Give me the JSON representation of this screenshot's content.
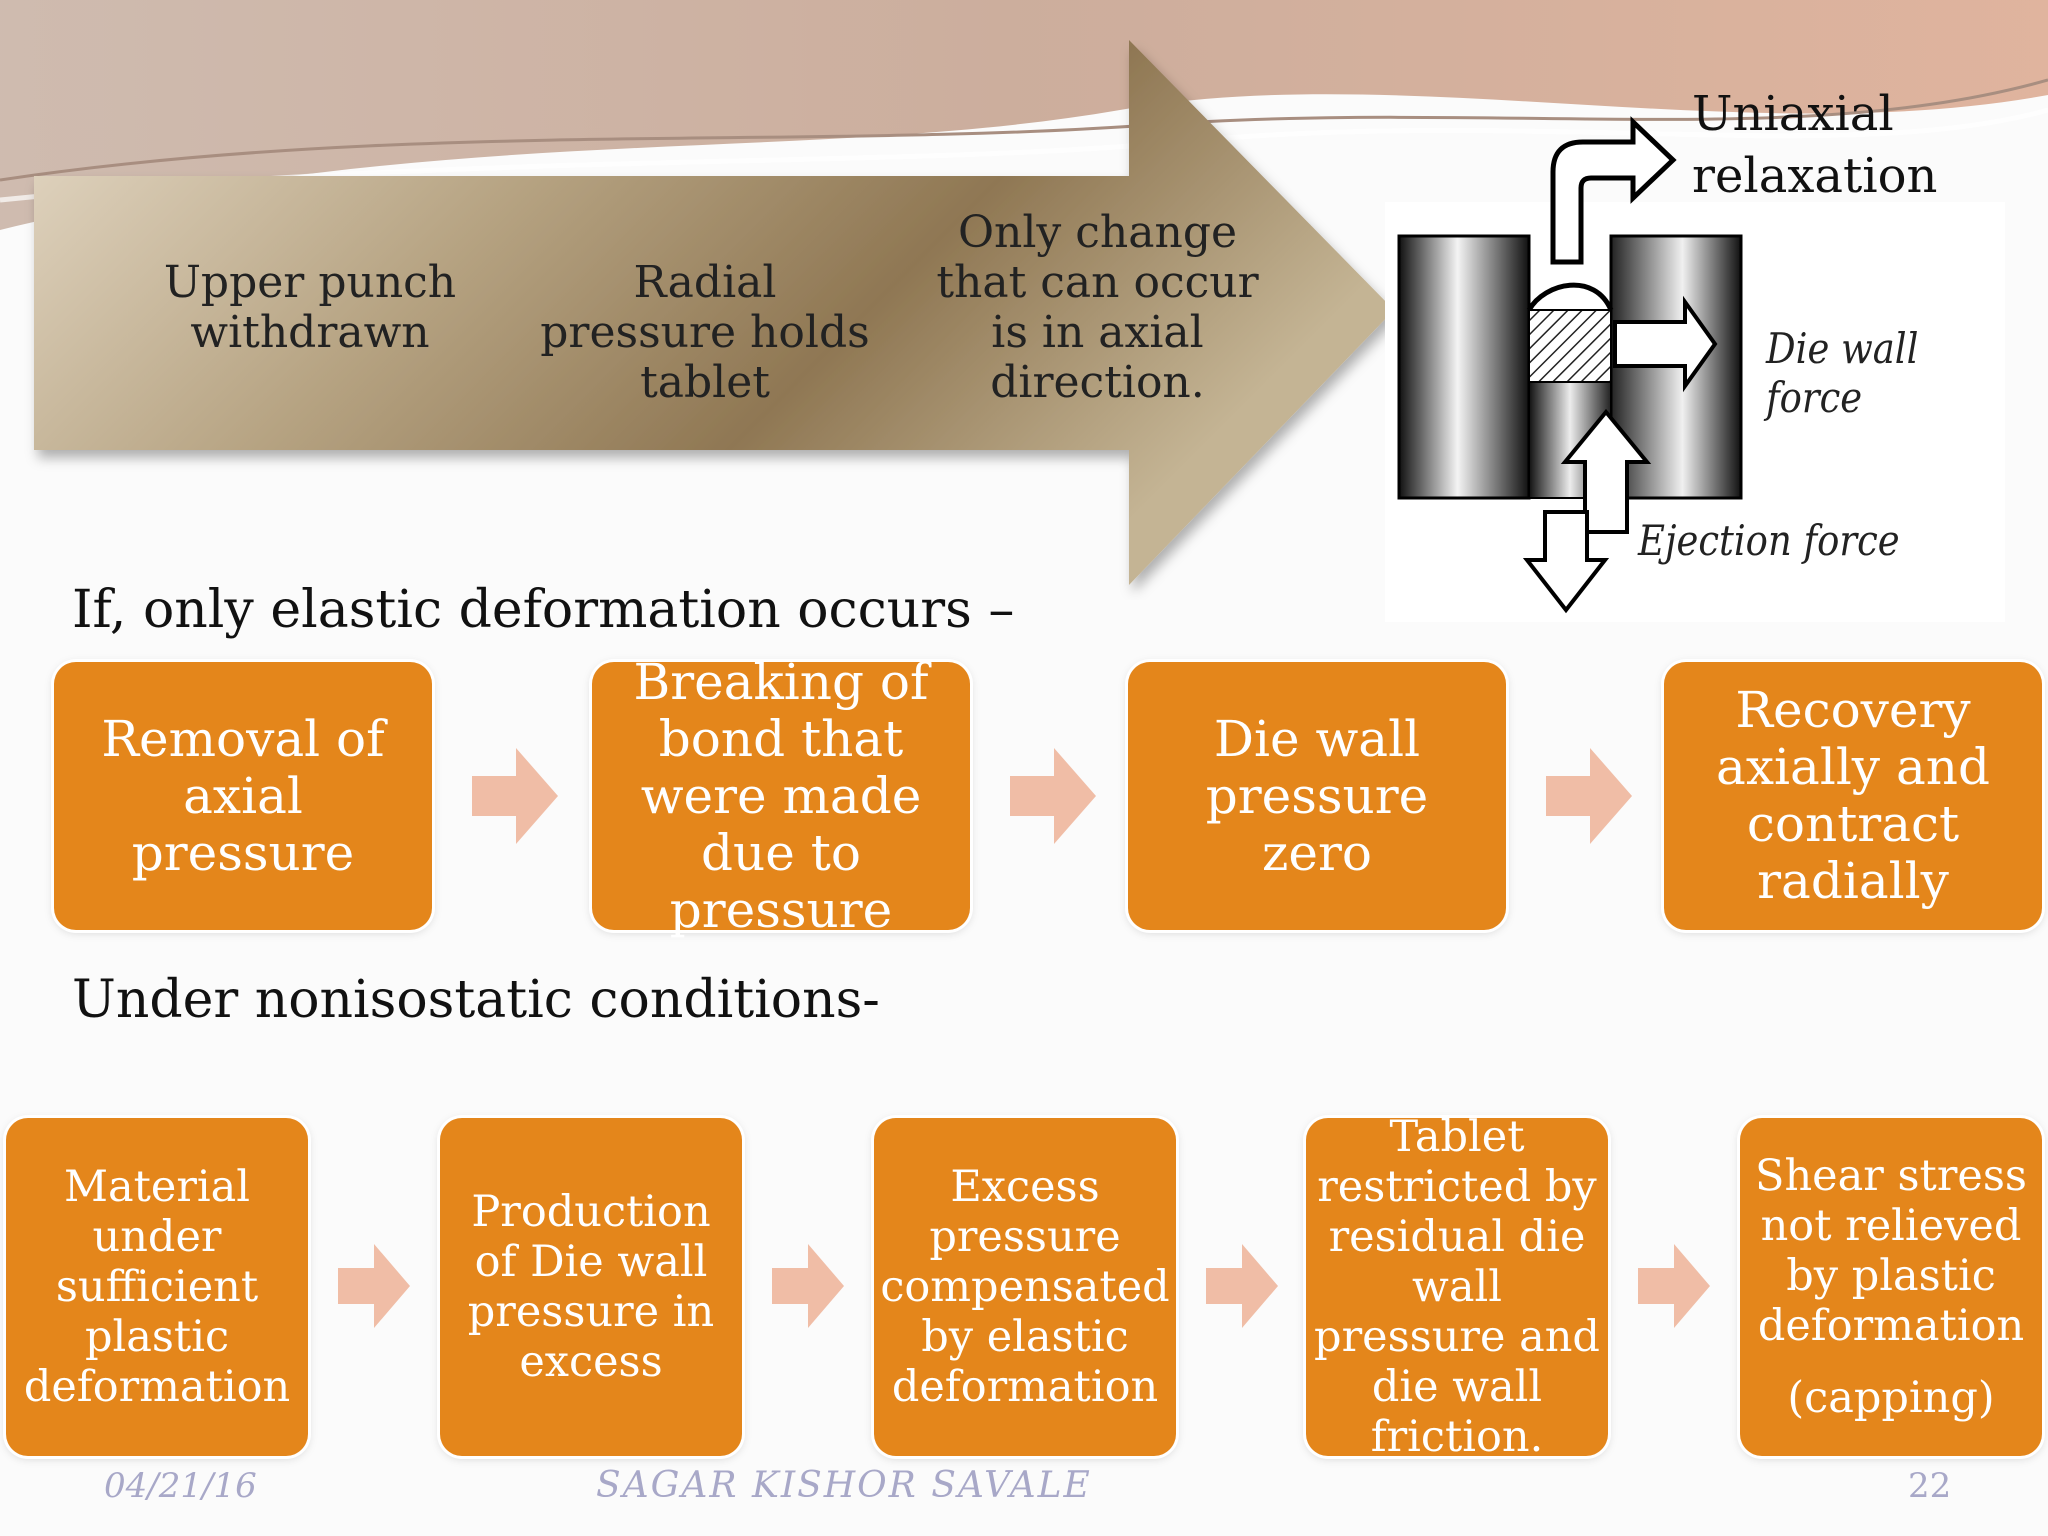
{
  "arrow": {
    "steps": [
      "Upper punch withdrawn",
      "Radial pressure holds tablet",
      "Only change that can occur is in axial direction."
    ]
  },
  "diagram": {
    "uniaxial_label_line1": "Uniaxial",
    "uniaxial_label_line2": "relaxation",
    "die_wall_force": "Die wall force",
    "ejection_force": "Ejection force"
  },
  "elastic_section": {
    "heading": "If, only elastic deformation occurs –",
    "steps": [
      "Removal of axial pressure",
      "Breaking of bond that were made due to pressure",
      "Die wall pressure zero",
      "Recovery axially and contract radially"
    ]
  },
  "nonisostatic_section": {
    "heading": "Under nonisostatic conditions-",
    "steps": [
      "Material under sufficient plastic deformation",
      "Production of Die wall pressure in excess",
      "Excess pressure compensated by elastic deformation",
      "Tablet restricted by residual die wall pressure and die wall friction.",
      "Shear stress not relieved by plastic deformation",
      "(capping)"
    ]
  },
  "footer": {
    "date": "04/21/16",
    "author": "SAGAR KISHOR SAVALE",
    "page": "22"
  },
  "colors": {
    "box_orange": "#e4861b",
    "chevron_pink": "#f0bda6",
    "arrow_brown": "#9a8462",
    "footer_lilac": "#a8a8c8"
  }
}
